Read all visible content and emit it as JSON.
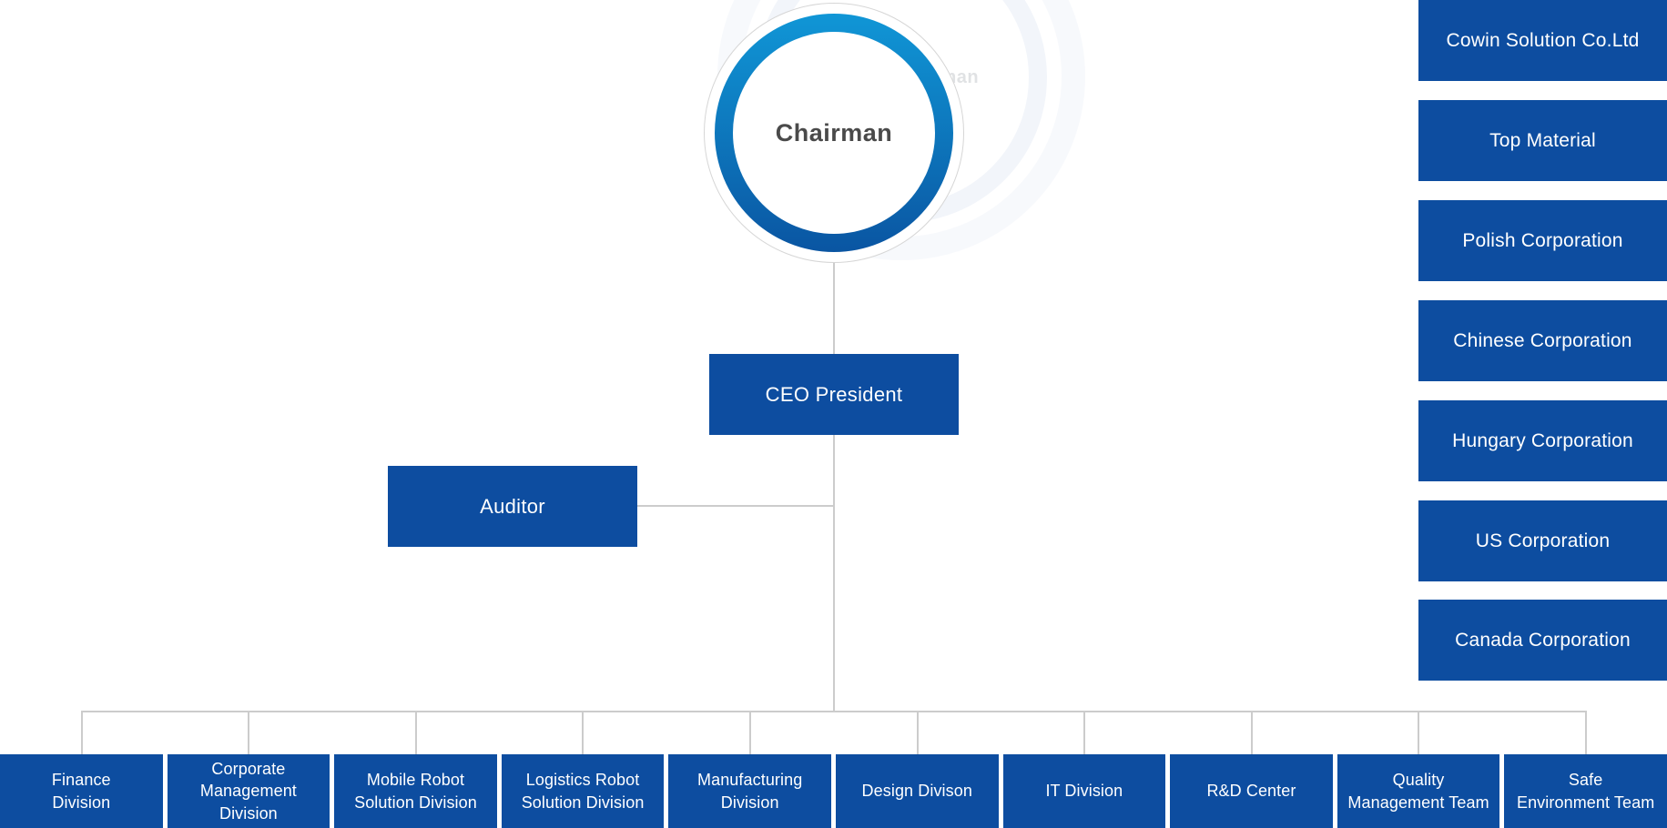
{
  "colors": {
    "node_blue": "#0d4da0",
    "ring_gradient_top": "#1096d6",
    "ring_gradient_bottom": "#0a55a2",
    "connector_gray": "#cccccc",
    "circle_border_gray": "#d6d6d6",
    "chairman_text": "#4a4a4a",
    "node_text": "#ffffff",
    "background": "#ffffff"
  },
  "chairman": {
    "label": "Chairman"
  },
  "ceo": {
    "label": "CEO President"
  },
  "auditor": {
    "label": "Auditor"
  },
  "subsidiaries": [
    {
      "label": "Cowin Solution Co.Ltd"
    },
    {
      "label": "Top Material"
    },
    {
      "label": "Polish Corporation"
    },
    {
      "label": "Chinese Corporation"
    },
    {
      "label": "Hungary Corporation"
    },
    {
      "label": "US Corporation"
    },
    {
      "label": "Canada Corporation"
    }
  ],
  "divisions": [
    {
      "label": "Finance\nDivision"
    },
    {
      "label": "Corporate\nManagement\nDivision"
    },
    {
      "label": "Mobile Robot\nSolution Division"
    },
    {
      "label": "Logistics Robot\nSolution Division"
    },
    {
      "label": "Manufacturing\nDivision"
    },
    {
      "label": "Design Divison"
    },
    {
      "label": "IT Division"
    },
    {
      "label": "R&D Center"
    },
    {
      "label": "Quality\nManagement Team"
    },
    {
      "label": "Safe\nEnvironment Team"
    }
  ]
}
